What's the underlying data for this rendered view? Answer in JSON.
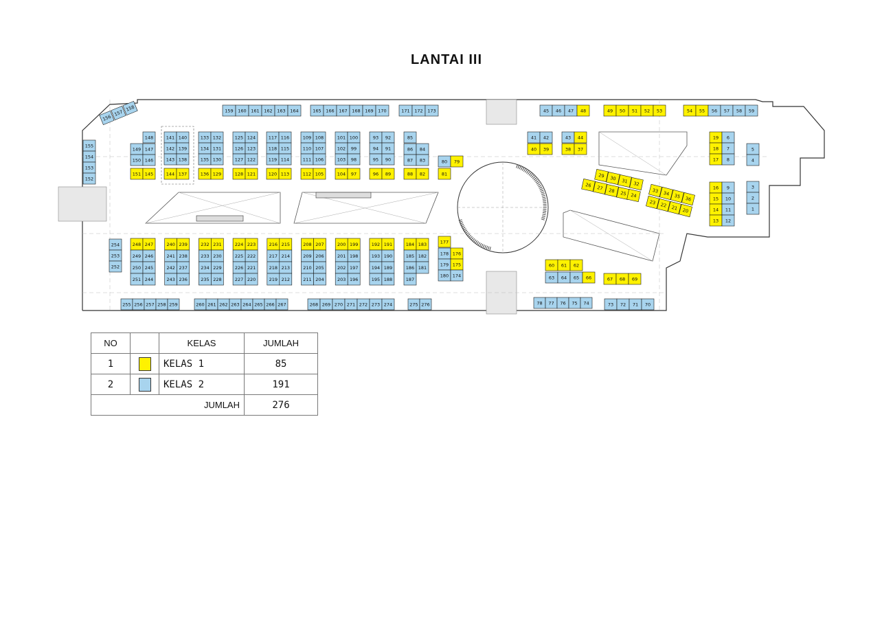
{
  "title": "LANTAI  III",
  "colors": {
    "kelas1": "#fff200",
    "kelas2": "#a8d4ee"
  },
  "legend": {
    "headers": [
      "NO",
      "",
      "KELAS",
      "JUMLAH"
    ],
    "rows": [
      {
        "no": "1",
        "swatch": "kelas1",
        "kelas": "KELAS 1",
        "jumlah": "85"
      },
      {
        "no": "2",
        "swatch": "kelas2",
        "kelas": "KELAS 2",
        "jumlah": "191"
      }
    ],
    "total_label": "JUMLAH",
    "total_value": "276"
  },
  "stall_groups": [
    {
      "name": "north-wall-a",
      "kelas": 2,
      "ids": [
        159,
        160,
        161,
        162,
        163,
        164
      ]
    },
    {
      "name": "north-wall-b",
      "kelas": 2,
      "ids": [
        165,
        166,
        167,
        168,
        169,
        170
      ]
    },
    {
      "name": "north-wall-c",
      "kelas": 2,
      "ids": [
        171,
        172,
        173
      ]
    },
    {
      "name": "north-wall-d",
      "kelas": 2,
      "ids": [
        45,
        46,
        47
      ]
    },
    {
      "name": "north-wall-e",
      "kelas": 1,
      "ids": [
        48,
        49,
        50,
        51,
        52,
        53,
        54,
        55
      ]
    },
    {
      "name": "north-wall-f",
      "kelas": 2,
      "ids": [
        56,
        57,
        58,
        59
      ]
    },
    {
      "name": "corner-nw",
      "kelas": 2,
      "ids": [
        156,
        157,
        158
      ]
    },
    {
      "name": "west-wall",
      "kelas": 2,
      "ids": [
        155,
        154,
        153,
        152
      ]
    },
    {
      "name": "block-148-151",
      "kelas": 2,
      "ids": [
        148,
        149,
        147,
        150,
        146
      ]
    },
    {
      "name": "block-148-151-front",
      "kelas": 1,
      "ids": [
        151,
        145
      ]
    },
    {
      "name": "block-141",
      "kelas": 2,
      "ids": [
        141,
        140,
        142,
        139,
        143,
        138
      ]
    },
    {
      "name": "block-141-front",
      "kelas": 1,
      "ids": [
        144,
        137
      ]
    },
    {
      "name": "block-133",
      "kelas": 2,
      "ids": [
        133,
        132,
        134,
        131,
        135,
        130
      ]
    },
    {
      "name": "block-133-front",
      "kelas": 1,
      "ids": [
        136,
        129
      ]
    },
    {
      "name": "block-125",
      "kelas": 2,
      "ids": [
        125,
        124,
        126,
        123,
        127,
        122
      ]
    },
    {
      "name": "block-125-front",
      "kelas": 1,
      "ids": [
        128,
        121
      ]
    },
    {
      "name": "block-117",
      "kelas": 2,
      "ids": [
        117,
        116,
        118,
        115,
        119,
        114
      ]
    },
    {
      "name": "block-117-front",
      "kelas": 1,
      "ids": [
        120,
        113
      ]
    },
    {
      "name": "block-109",
      "kelas": 2,
      "ids": [
        109,
        108,
        110,
        107,
        111,
        106
      ]
    },
    {
      "name": "block-109-front",
      "kelas": 1,
      "ids": [
        112,
        105
      ]
    },
    {
      "name": "block-101",
      "kelas": 2,
      "ids": [
        101,
        100,
        102,
        99,
        103,
        98
      ]
    },
    {
      "name": "block-101-front",
      "kelas": 1,
      "ids": [
        104,
        97
      ]
    },
    {
      "name": "block-93",
      "kelas": 2,
      "ids": [
        93,
        92,
        94,
        91,
        95,
        90
      ]
    },
    {
      "name": "block-93-front",
      "kelas": 1,
      "ids": [
        96,
        89
      ]
    },
    {
      "name": "block-85",
      "kelas": 2,
      "ids": [
        85,
        86,
        84,
        87,
        83
      ]
    },
    {
      "name": "block-85-front",
      "kelas": 1,
      "ids": [
        88,
        82
      ]
    },
    {
      "name": "pair-80-79",
      "kelas": 0,
      "ids": [
        80,
        79
      ]
    },
    {
      "name": "single-81",
      "kelas": 1,
      "ids": [
        81
      ]
    },
    {
      "name": "block-41",
      "kelas": 2,
      "ids": [
        41,
        42
      ]
    },
    {
      "name": "block-41-front",
      "kelas": 1,
      "ids": [
        40,
        39
      ]
    },
    {
      "name": "block-43",
      "kelas": 2,
      "ids": [
        43
      ]
    },
    {
      "name": "block-43-yellow",
      "kelas": 1,
      "ids": [
        44,
        38,
        37
      ]
    },
    {
      "name": "cluster-24-32",
      "kelas": 1,
      "ids": [
        29,
        30,
        31,
        32,
        26,
        27,
        28,
        25,
        24
      ]
    },
    {
      "name": "cluster-20-36",
      "kelas": 1,
      "ids": [
        33,
        34,
        35,
        36,
        23,
        22,
        21,
        20
      ]
    },
    {
      "name": "block-19",
      "kelas": 0,
      "ids": [
        19,
        6,
        18,
        7,
        17,
        8
      ]
    },
    {
      "name": "block-16",
      "kelas": 0,
      "ids": [
        16,
        9,
        15,
        10,
        14,
        11,
        13,
        12
      ]
    },
    {
      "name": "east-5-4",
      "kelas": 2,
      "ids": [
        5,
        4
      ]
    },
    {
      "name": "east-3-1",
      "kelas": 2,
      "ids": [
        3,
        2,
        1
      ]
    },
    {
      "name": "block-248",
      "kelas": 0,
      "ids": [
        248,
        247,
        249,
        246,
        250,
        245,
        251,
        244
      ]
    },
    {
      "name": "block-240",
      "kelas": 0,
      "ids": [
        240,
        239,
        241,
        238,
        242,
        237,
        243,
        236
      ]
    },
    {
      "name": "block-232",
      "kelas": 0,
      "ids": [
        232,
        231,
        233,
        230,
        234,
        229,
        235,
        228
      ]
    },
    {
      "name": "block-224",
      "kelas": 0,
      "ids": [
        224,
        223,
        225,
        222,
        226,
        221,
        227,
        220
      ]
    },
    {
      "name": "block-216",
      "kelas": 0,
      "ids": [
        216,
        215,
        217,
        214,
        218,
        213,
        219,
        212
      ]
    },
    {
      "name": "block-208",
      "kelas": 0,
      "ids": [
        208,
        207,
        209,
        206,
        210,
        205,
        211,
        204
      ]
    },
    {
      "name": "block-200",
      "kelas": 0,
      "ids": [
        200,
        199,
        201,
        198,
        202,
        197,
        203,
        196
      ]
    },
    {
      "name": "block-192",
      "kelas": 0,
      "ids": [
        192,
        191,
        193,
        190,
        194,
        189,
        195,
        188
      ]
    },
    {
      "name": "block-184",
      "kelas": 0,
      "ids": [
        184,
        183,
        185,
        182,
        186,
        181,
        187
      ]
    },
    {
      "name": "block-177",
      "kelas": 0,
      "ids": [
        177,
        178,
        176,
        179,
        175,
        180,
        174
      ]
    },
    {
      "name": "west-low",
      "kelas": 2,
      "ids": [
        254,
        253,
        252
      ]
    },
    {
      "name": "block-60",
      "kelas": 0,
      "ids": [
        60,
        61,
        62,
        63,
        64,
        65,
        66
      ]
    },
    {
      "name": "block-67",
      "kelas": 1,
      "ids": [
        67,
        68,
        69
      ]
    },
    {
      "name": "south-wall-a",
      "kelas": 2,
      "ids": [
        255,
        256,
        257,
        258,
        259
      ]
    },
    {
      "name": "south-wall-b",
      "kelas": 2,
      "ids": [
        260,
        261,
        262,
        263,
        264,
        265,
        266,
        267
      ]
    },
    {
      "name": "south-wall-c",
      "kelas": 2,
      "ids": [
        268,
        269,
        270,
        271,
        272,
        273,
        274
      ]
    },
    {
      "name": "south-wall-d",
      "kelas": 2,
      "ids": [
        275,
        276
      ]
    },
    {
      "name": "south-wall-e",
      "kelas": 2,
      "ids": [
        78,
        77,
        76,
        75,
        74
      ]
    },
    {
      "name": "south-wall-f",
      "kelas": 2,
      "ids": [
        73,
        72,
        71,
        70
      ]
    }
  ]
}
